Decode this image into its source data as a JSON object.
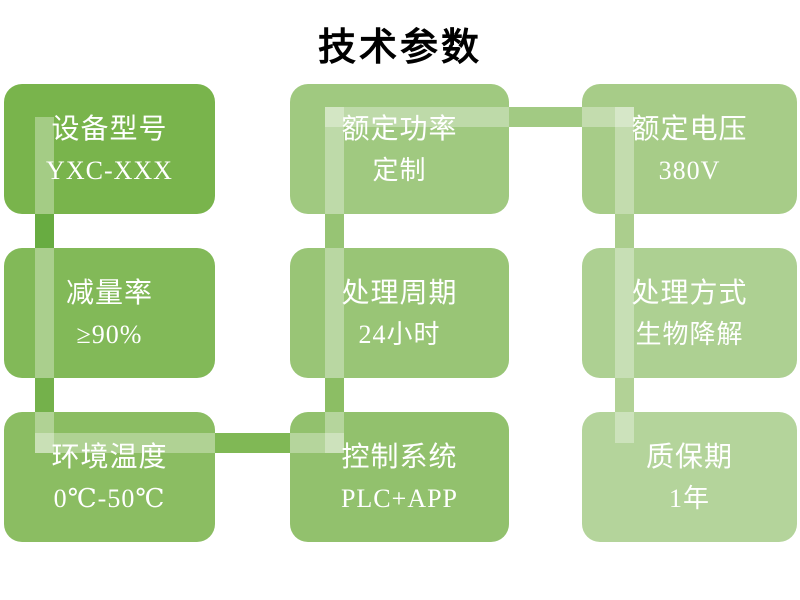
{
  "title": "技术参数",
  "background_color": "#FFFFFF",
  "text_color": "#FFFFFF",
  "title_color": "#000000",
  "boxes": [
    {
      "label": "设备型号",
      "value": "YXC-XXX",
      "color": "#79B44C"
    },
    {
      "label": "额定功率",
      "value": "定制",
      "color": "#A0C980"
    },
    {
      "label": "额定电压",
      "value": "380V",
      "color": "#A7CC88"
    },
    {
      "label": "减量率",
      "value": "≥90%",
      "color": "#82B958"
    },
    {
      "label": "处理周期",
      "value": "24小时",
      "color": "#99C576"
    },
    {
      "label": "处理方式",
      "value": "生物降解",
      "color": "#ADD092"
    },
    {
      "label": "环境温度",
      "value": "0℃-50℃",
      "color": "#8BBD62"
    },
    {
      "label": "控制系统",
      "value": "PLC+APP",
      "color": "#92C16D"
    },
    {
      "label": "质保期",
      "value": "1年",
      "color": "#B4D49B"
    }
  ],
  "connector": {
    "pipe_overlay_color": "rgba(255,255,255,0.32)",
    "segment_colors": [
      "#68AC41",
      "#74B14B",
      "#80B855",
      "#8CBE64",
      "#97C474",
      "#A2CA83",
      "#ABCE8D",
      "#B2D296"
    ]
  }
}
